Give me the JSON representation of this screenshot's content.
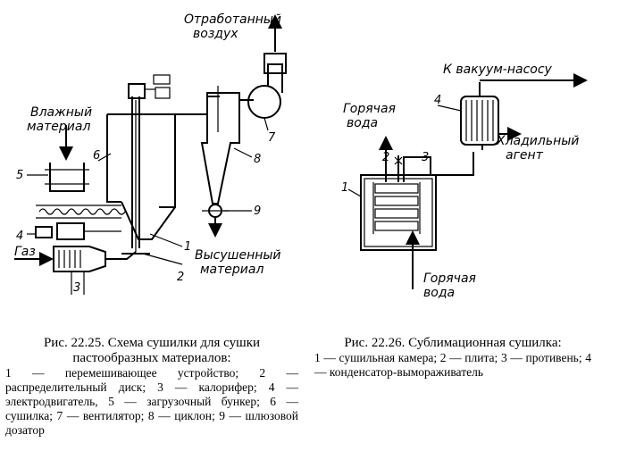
{
  "fig1": {
    "labels": {
      "exhaust_air": "Отработанный воздух",
      "wet_material": "Влажный материал",
      "gas": "Газ",
      "dried_material": "Высушенный материал"
    },
    "numbers": [
      "1",
      "2",
      "3",
      "4",
      "5",
      "6",
      "7",
      "8",
      "9"
    ],
    "caption_title": "Рис. 22.25. Схема сушилки для сушки пастообразных материалов:",
    "caption_text": "1 — перемешивающее устройство; 2 — распределительный диск; 3 — калорифер; 4 — электродвигатель, 5 — загрузочный бункер; 6 — сушилка; 7 — вентилятор; 8 — циклон; 9 — шлюзовой дозатор"
  },
  "fig2": {
    "labels": {
      "vacuum_pump": "К вакуум-насосу",
      "hot_water_top": "Горячая вода",
      "coolant": "Хладильный агент",
      "hot_water_bottom": "Горячая вода"
    },
    "numbers": [
      "1",
      "2",
      "3",
      "4"
    ],
    "caption_title": "Рис. 22.26. Сублимационная сушилка:",
    "caption_text": "1 — сушильная камера; 2 — плита; 3 — противень; 4 — конденсатор-вымораживатель"
  }
}
